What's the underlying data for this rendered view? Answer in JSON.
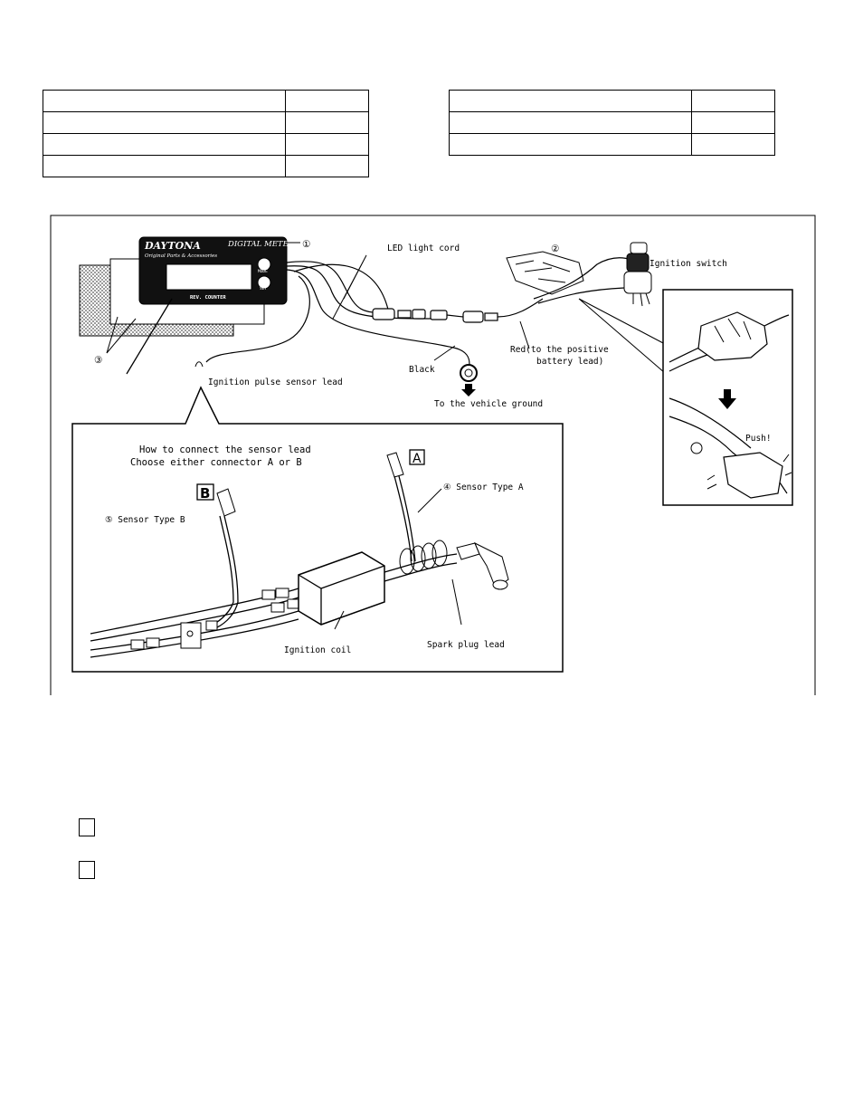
{
  "parts_table_left": {
    "rows": 4
  },
  "parts_table_right": {
    "rows": 3
  },
  "diagram": {
    "meter": {
      "brand": "DAYTONA",
      "brand_sub": "Original Parts & Accessories",
      "model": "DIGITAL METER",
      "mode_button": "MODE",
      "set_button": "SET",
      "display_label": "REV. COUNTER"
    },
    "labels": {
      "num_1": "①",
      "num_2": "②",
      "num_3": "③",
      "num_4_text": "④ Sensor Type A",
      "num_5_text": "⑤ Sensor Type B",
      "led_cord": "LED light cord",
      "ignition_switch": "Ignition switch",
      "red_lead_1": "Red(to the positive",
      "red_lead_2": "battery lead)",
      "black": "Black",
      "vehicle_ground": "To the vehicle ground",
      "pulse_sensor_lead": "Ignition pulse sensor lead",
      "how_to_1": "How to connect the sensor lead",
      "how_to_2": "Choose either connector  A  or  B",
      "letter_a": "A",
      "letter_b": "B",
      "ignition_coil": "Ignition coil",
      "spark_plug_lead": "Spark plug lead",
      "push": "Push!"
    }
  },
  "colors": {
    "line": "#000000",
    "background": "#ffffff",
    "pad_fill": "#888888"
  },
  "checkboxes": {
    "count": 2
  }
}
